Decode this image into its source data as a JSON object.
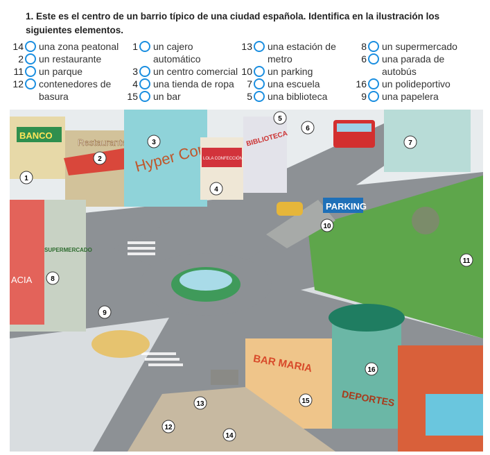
{
  "instruction": "1. Este es el centro de un barrio típico de una ciudad española. Identifica en la ilustración los siguientes elementos.",
  "columns": [
    [
      {
        "number": "14",
        "lines": [
          "una zona peatonal"
        ]
      },
      {
        "number": "2",
        "lines": [
          "un restaurante"
        ]
      },
      {
        "number": "11",
        "lines": [
          "un parque"
        ]
      },
      {
        "number": "12",
        "lines": [
          "contenedores de",
          "basura"
        ]
      }
    ],
    [
      {
        "number": "1",
        "lines": [
          "un cajero",
          "automático"
        ]
      },
      {
        "number": "3",
        "lines": [
          "un centro comercial"
        ]
      },
      {
        "number": "4",
        "lines": [
          "una tienda de ropa"
        ]
      },
      {
        "number": "15",
        "lines": [
          "un bar"
        ]
      }
    ],
    [
      {
        "number": "13",
        "lines": [
          "una estación de",
          "metro"
        ]
      },
      {
        "number": "10",
        "lines": [
          "un parking"
        ]
      },
      {
        "number": "7",
        "lines": [
          "una escuela"
        ]
      },
      {
        "number": "5",
        "lines": [
          "una biblioteca"
        ]
      }
    ],
    [
      {
        "number": "8",
        "lines": [
          "un supermercado"
        ]
      },
      {
        "number": "6",
        "lines": [
          "una parada de",
          "autobús"
        ]
      },
      {
        "number": "16",
        "lines": [
          "un polideportivo"
        ]
      },
      {
        "number": "9",
        "lines": [
          "una papelera"
        ]
      }
    ]
  ],
  "illustration": {
    "signs": {
      "banco": "BANCO",
      "restaurante": "Restaurante",
      "hyper": "Hyper Com",
      "tienda": "LOLA CONFECCIÓN",
      "biblioteca": "BIBLIOTECA",
      "parking": "PARKING",
      "super": "SUPERMERCADO",
      "farmacia": "ACIA",
      "bar": "BAR MARIA",
      "deportes": "DEPORTES"
    },
    "markers": [
      "1",
      "2",
      "3",
      "4",
      "5",
      "6",
      "7",
      "8",
      "9",
      "10",
      "11",
      "12",
      "13",
      "14",
      "15",
      "16"
    ]
  },
  "colors": {
    "circle": "#1a8ee0"
  }
}
